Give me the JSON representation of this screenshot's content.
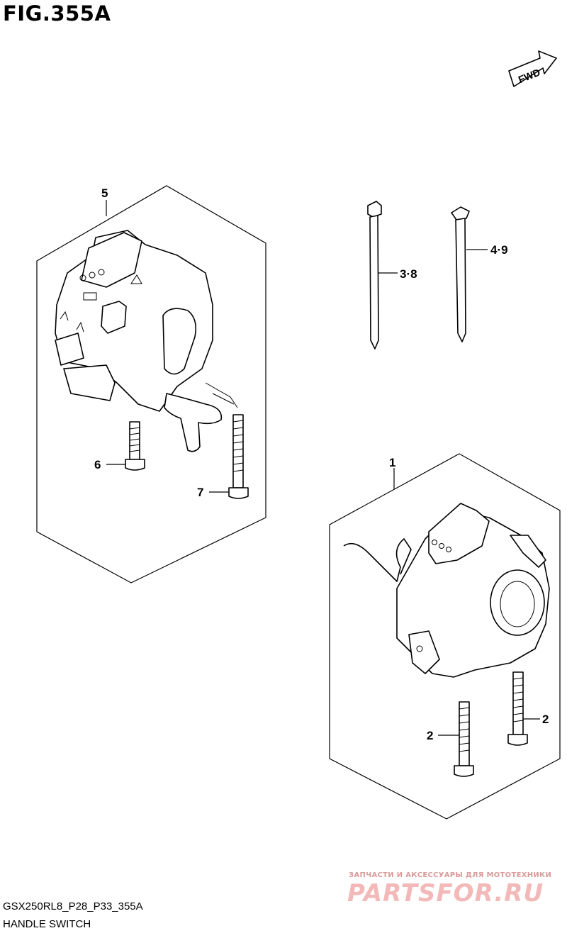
{
  "figure": {
    "title": "FIG.355A",
    "fwd_label": "FWD"
  },
  "callouts": {
    "right_switch": "5",
    "left_switch": "1",
    "clamp_a": "3·8",
    "clamp_b": "4·9",
    "screw_short": "6",
    "screw_long": "7",
    "screw_left_1": "2",
    "screw_left_2": "2"
  },
  "footer": {
    "model_code": "GSX250RL8_P28_P33_355A",
    "section_name": "HANDLE SWITCH"
  },
  "watermark": {
    "tagline": "ЗАПЧАСТИ И АКСЕССУАРЫ ДЛЯ МОТОТЕХНИКИ",
    "logo_text": "PARTSFOR.RU"
  }
}
